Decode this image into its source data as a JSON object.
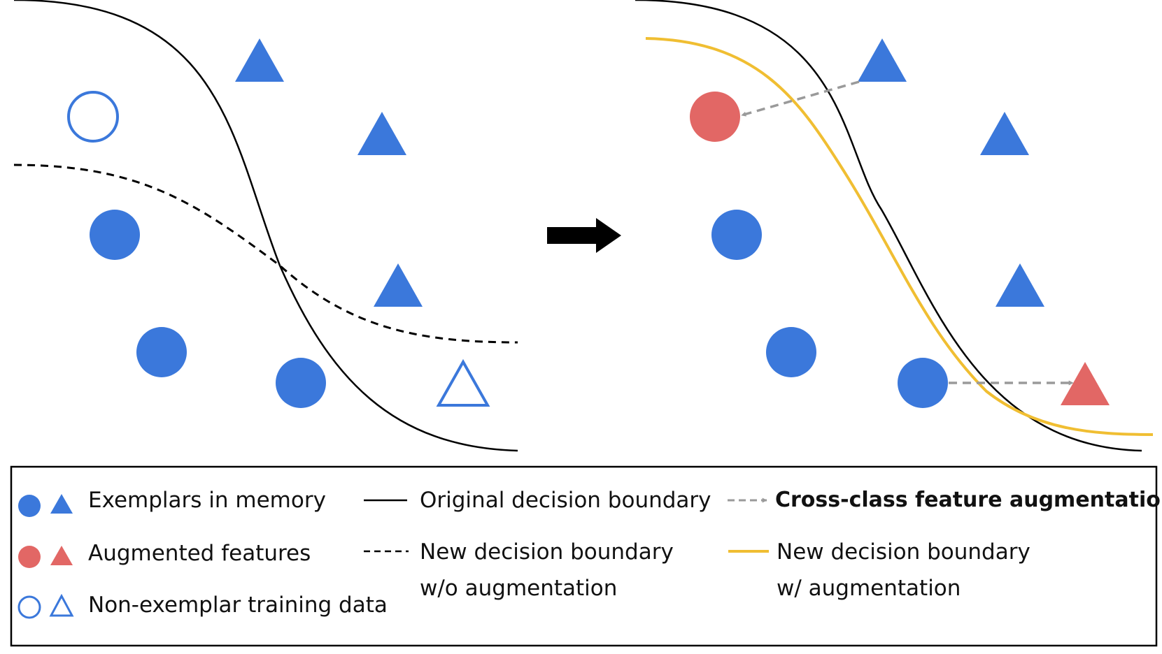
{
  "colors": {
    "exemplar_blue": "#3b78db",
    "augmented_red": "#e26765",
    "original_boundary": "#000000",
    "new_boundary_with_aug": "#f0be32",
    "augmentation_arrow": "#9a9a9a",
    "transition_arrow": "#000000"
  },
  "icons": {
    "exemplar_circle": "filled-blue-circle",
    "exemplar_triangle": "filled-blue-triangle",
    "augmented_circle": "filled-red-circle",
    "augmented_triangle": "filled-red-triangle",
    "non_exemplar_circle": "hollow-blue-circle",
    "non_exemplar_triangle": "hollow-blue-triangle",
    "transition": "right-arrow"
  },
  "legend": {
    "exemplars": "Exemplars in memory",
    "augmented": "Augmented features",
    "non_exemplar": "Non-exemplar training data",
    "original_boundary": "Original decision boundary",
    "new_boundary_wo_line1": "New decision boundary",
    "new_boundary_wo_line2": "w/o augmentation",
    "cross_class": "Cross-class feature augmentation",
    "new_boundary_w_line1": "New decision boundary",
    "new_boundary_w_line2": "w/ augmentation"
  }
}
